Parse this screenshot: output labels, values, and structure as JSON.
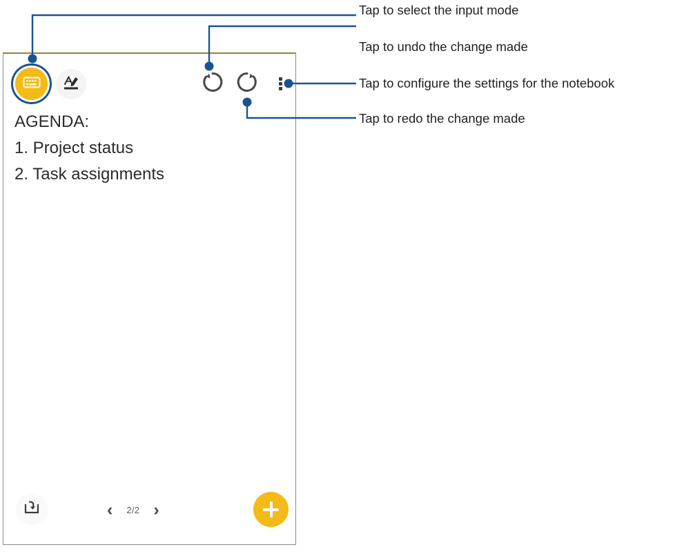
{
  "app": {
    "name": "notebook-app",
    "accent_color": "#F3BA18",
    "callout_color": "#1A5490",
    "frame_border_color": "#8a8a8a",
    "frame_top_border_color": "#9a8138"
  },
  "toolbar": {
    "input_mode_keyboard": {
      "icon": "keyboard-icon",
      "label": "Keyboard input mode",
      "selected": true
    },
    "input_mode_handwriting": {
      "icon": "handwriting-pen-icon",
      "label": "Handwriting input mode",
      "selected": false
    },
    "undo": {
      "icon": "undo-icon",
      "label": "Undo"
    },
    "redo": {
      "icon": "redo-icon",
      "label": "Redo"
    },
    "settings": {
      "icon": "overflow-menu-icon",
      "label": "More settings"
    }
  },
  "note": {
    "lines": [
      "AGENDA:",
      "1. Project status",
      "2. Task assignments"
    ]
  },
  "bottom_bar": {
    "import": {
      "icon": "import-tray-icon",
      "label": "Import"
    },
    "prev_page": {
      "icon": "chevron-left-icon",
      "glyph": "‹"
    },
    "next_page": {
      "icon": "chevron-right-icon",
      "glyph": "›"
    },
    "page_indicator": "2/2",
    "add_page": {
      "icon": "plus-icon",
      "label": "Add page"
    }
  },
  "callouts": [
    {
      "id": "input-mode",
      "text": "Tap to select the input mode"
    },
    {
      "id": "undo",
      "text": "Tap to undo the change made"
    },
    {
      "id": "settings",
      "text": "Tap to configure the settings for the notebook"
    },
    {
      "id": "redo",
      "text": "Tap to redo the change made"
    }
  ]
}
